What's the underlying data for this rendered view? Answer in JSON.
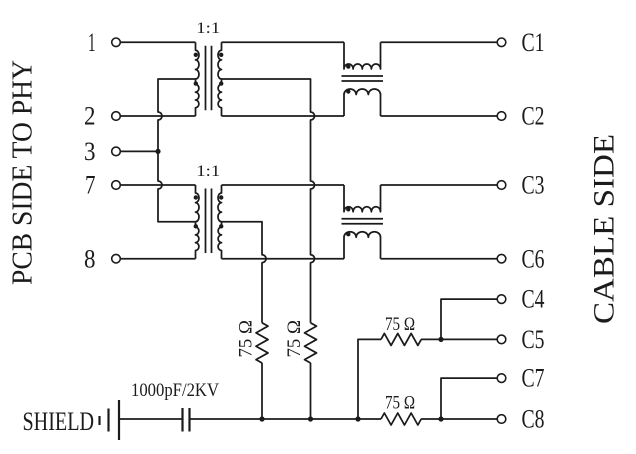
{
  "colors": {
    "ink": "#1b1b1b",
    "background": "#ffffff"
  },
  "side_labels": {
    "left": "PCB SIDE TO PHY",
    "right": "CABLE SIDE"
  },
  "pcb_pins": [
    {
      "label": "1"
    },
    {
      "label": "2"
    },
    {
      "label": "3"
    },
    {
      "label": "7"
    },
    {
      "label": "8"
    }
  ],
  "cable_pins": [
    {
      "label": "C1"
    },
    {
      "label": "C2"
    },
    {
      "label": "C3"
    },
    {
      "label": "C6"
    },
    {
      "label": "C4"
    },
    {
      "label": "C5"
    },
    {
      "label": "C7"
    },
    {
      "label": "C8"
    }
  ],
  "transformers": [
    {
      "ratio": "1:1"
    },
    {
      "ratio": "1:1"
    }
  ],
  "resistors": [
    {
      "value": "75 Ω"
    },
    {
      "value": "75 Ω"
    },
    {
      "value": "75 Ω"
    },
    {
      "value": "75 Ω"
    }
  ],
  "capacitor": {
    "value": "1000pF/2KV"
  },
  "shield": {
    "label": "SHIELD"
  }
}
